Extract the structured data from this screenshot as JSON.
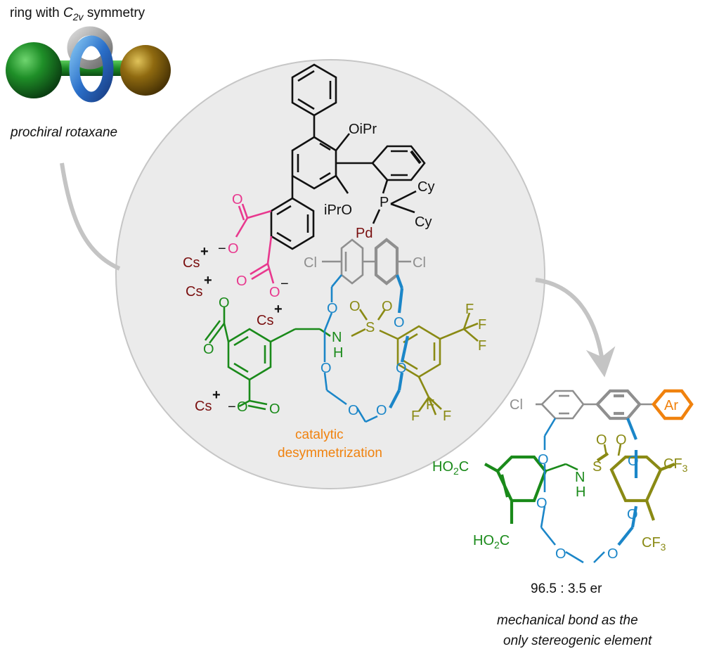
{
  "top_label": {
    "text_before": "ring with ",
    "symbol_letter": "C",
    "symbol_subscript": "2v",
    "text_after": " symmetry"
  },
  "prochiral_label": "prochiral rotaxane",
  "catalyst": {
    "substituents": {
      "o_ipr_top": "OiPr",
      "ipro_bottom": "iPrO",
      "phosphorus": "P",
      "cy_1": "Cy",
      "cy_2": "Cy",
      "palladium": "Pd"
    },
    "counterions": [
      "Cs",
      "Cs",
      "Cs",
      "Cs"
    ],
    "charge_plus": "+",
    "charge_minus": "−",
    "oxygen": "O"
  },
  "substrate": {
    "chloro": "Cl",
    "nh": "N",
    "h": "H",
    "sulfonyl": "S",
    "fluorine": "F",
    "oxygen": "O"
  },
  "caption_center": [
    "catalytic",
    "desymmetrization"
  ],
  "product": {
    "chloro": "Cl",
    "aryl": "Ar",
    "acid_top": {
      "a": "HO",
      "b": "2",
      "c": "C"
    },
    "acid_bottom": {
      "a": "HO",
      "b": "2",
      "c": "C"
    },
    "cf3_top": {
      "a": "CF",
      "b": "3"
    },
    "cf3_bottom": {
      "a": "CF",
      "b": "3"
    },
    "nh": "N",
    "h": "H",
    "sulfonyl": "S",
    "oxygen": "O"
  },
  "er_value": "96.5 : 3.5 er",
  "conclusion": [
    "mechanical bond as the",
    "only stereogenic element"
  ],
  "colors": {
    "green": "#1a8a1a",
    "olive": "#8a8a14",
    "blue": "#1b86c8",
    "pink": "#e8388e",
    "darkred": "#7a1010",
    "orange": "#f0820e",
    "gray": "#8f8f8f",
    "circle_fill": "#ebebeb",
    "circle_edge": "#c6c6c6"
  },
  "icons": [
    "rotaxane-cartoon-icon",
    "curved-arrow-in-icon",
    "curved-arrow-out-icon"
  ]
}
